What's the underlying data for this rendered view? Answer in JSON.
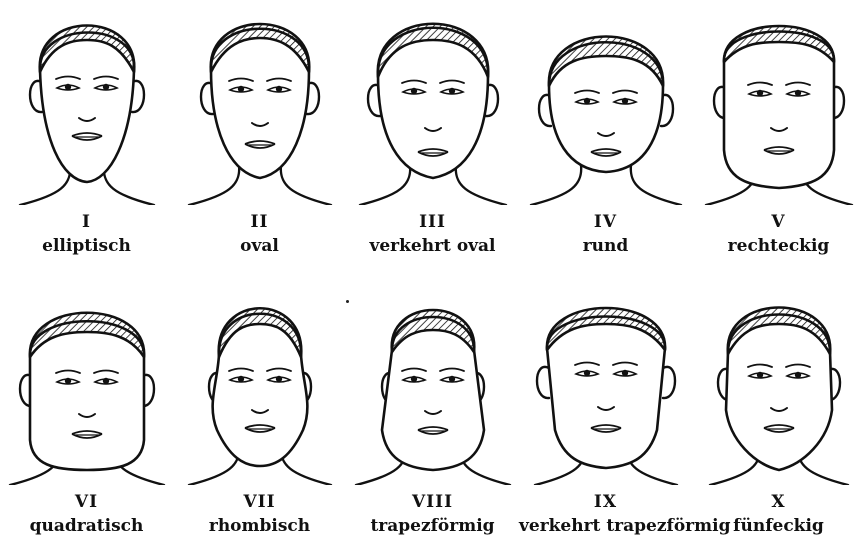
{
  "faces": [
    {
      "numeral": "I",
      "name": "elliptisch",
      "shape": "elliptic"
    },
    {
      "numeral": "II",
      "name": "oval",
      "shape": "oval"
    },
    {
      "numeral": "III",
      "name": "verkehrt oval",
      "shape": "inverse-oval"
    },
    {
      "numeral": "IV",
      "name": "rund",
      "shape": "round"
    },
    {
      "numeral": "V",
      "name": "rechteckig",
      "shape": "rectangular"
    },
    {
      "numeral": "VI",
      "name": "quadratisch",
      "shape": "square"
    },
    {
      "numeral": "VII",
      "name": "rhombisch",
      "shape": "rhombic"
    },
    {
      "numeral": "VIII",
      "name": "trapezförmig",
      "shape": "trapezoid"
    },
    {
      "numeral": "IX",
      "name": "verkehrt trapezförmig",
      "shape": "inverse-trapezoid"
    },
    {
      "numeral": "X",
      "name": "fünfeckig",
      "shape": "pentagonal"
    }
  ],
  "colors": {
    "ink": "#111111",
    "paper": "#ffffff"
  }
}
